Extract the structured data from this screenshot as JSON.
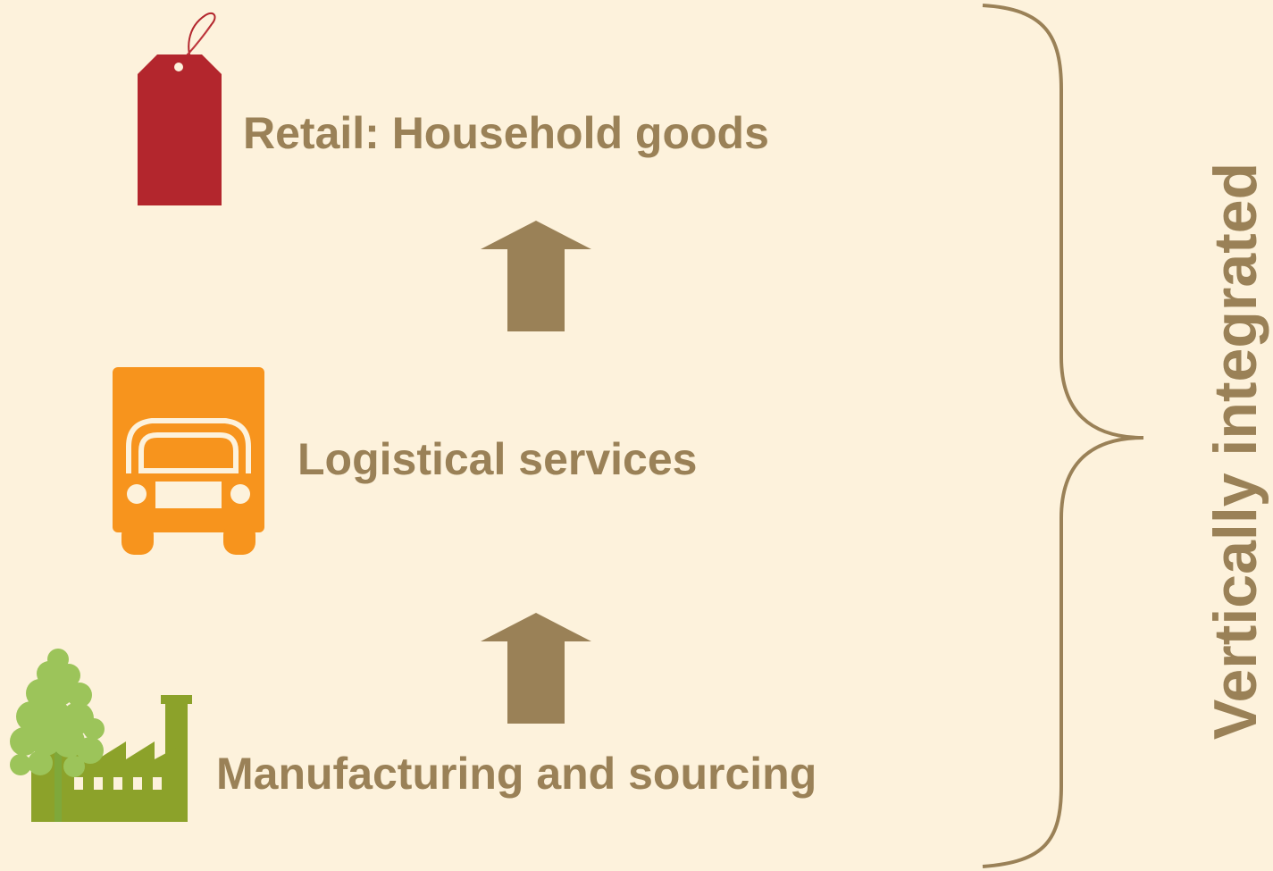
{
  "tiers": {
    "retail": {
      "label": "Retail: Household goods",
      "icon": "price-tag-icon",
      "color": "#b3262d"
    },
    "logistics": {
      "label": "Logistical services",
      "icon": "truck-icon",
      "color": "#f7941d"
    },
    "manufacturing": {
      "label": "Manufacturing and sourcing",
      "icon": "tree-factory-icon",
      "color": "#8ca22a"
    }
  },
  "bracket": {
    "label": "Vertically integrated"
  },
  "colors": {
    "background": "#fdf2dc",
    "text": "#9a8157",
    "arrow": "#9a8157",
    "tree": "#9cc45a"
  }
}
